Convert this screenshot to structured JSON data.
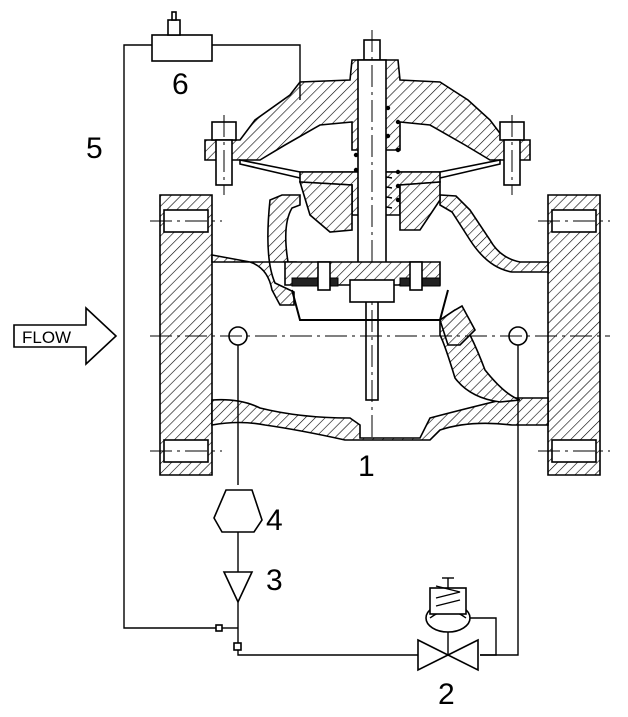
{
  "flow_label": "FLOW",
  "components": [
    {
      "id": "1",
      "label": "1"
    },
    {
      "id": "2",
      "label": "2"
    },
    {
      "id": "3",
      "label": "3"
    },
    {
      "id": "4",
      "label": "4"
    },
    {
      "id": "5",
      "label": "5"
    },
    {
      "id": "6",
      "label": "6"
    }
  ]
}
